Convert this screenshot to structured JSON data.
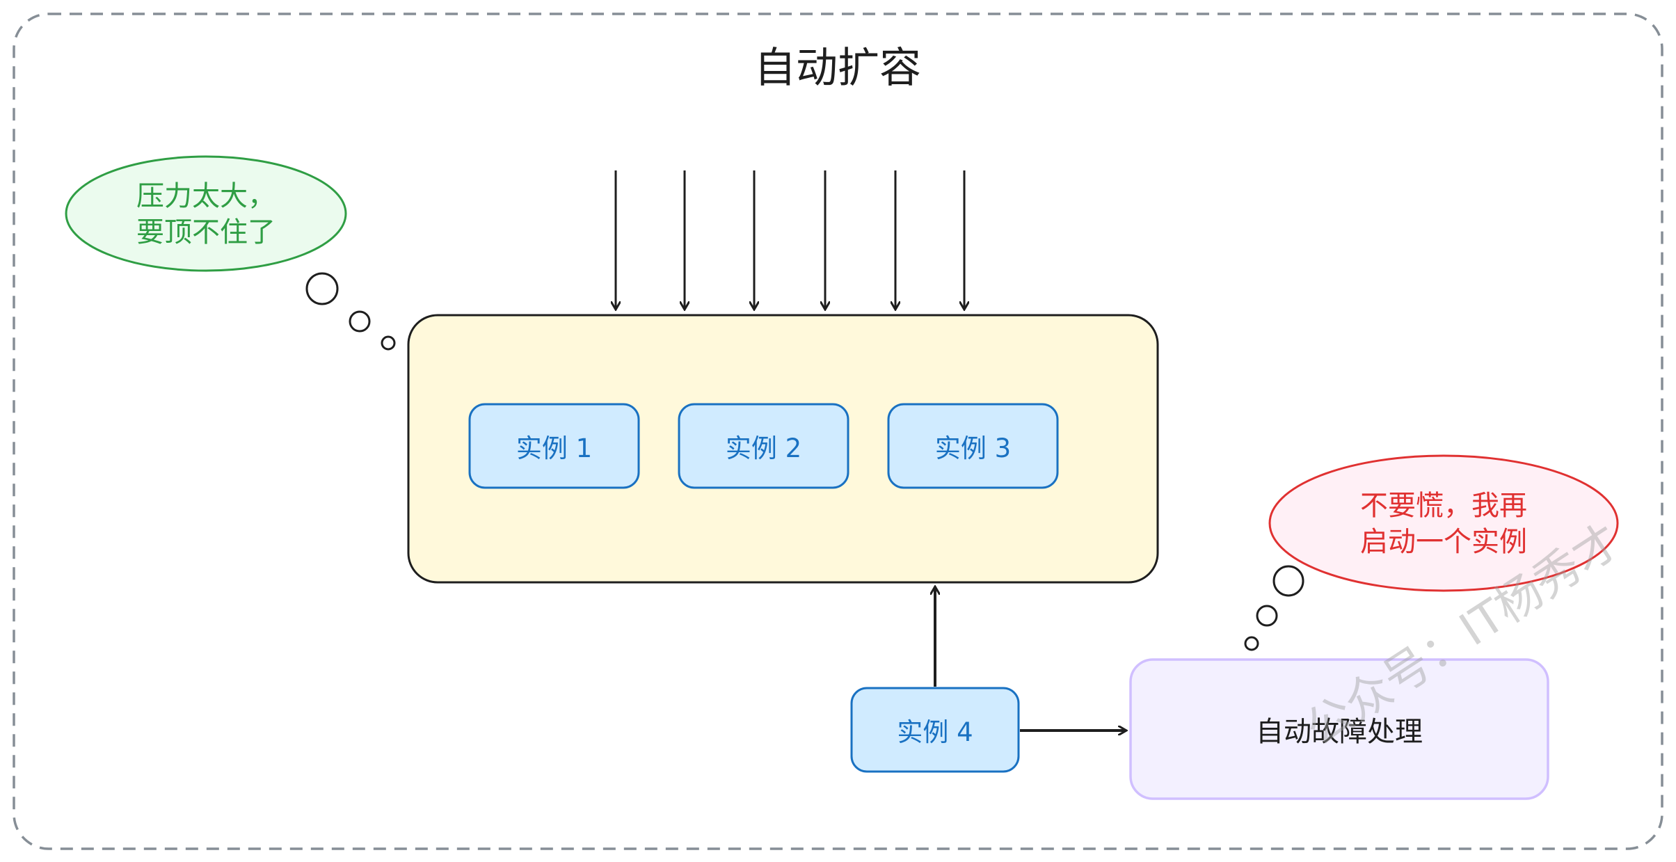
{
  "title": "自动扩容",
  "cluster": {
    "instances": [
      {
        "label": "实例 1"
      },
      {
        "label": "实例 2"
      },
      {
        "label": "实例 3"
      }
    ]
  },
  "new_instance": {
    "label": "实例 4"
  },
  "failover": {
    "label": "自动故障处理"
  },
  "thought_overload": {
    "text": "压力太大，\n要顶不住了"
  },
  "thought_scale": {
    "text": "不要慌，我再\n启动一个实例"
  },
  "watermark": {
    "text": "公众号：IT杨秀才"
  },
  "colors": {
    "cluster_fill": "#fff9db",
    "instance_fill": "#d0ebff",
    "instance_stroke": "#1971c2",
    "failover_fill": "#f3f0ff",
    "failover_stroke": "#d0bfff",
    "green_fill": "#ebfbee",
    "green_stroke": "#2f9e44",
    "red_fill": "#fff0f6",
    "red_stroke": "#e03131"
  },
  "incoming_request_arrows": 6
}
